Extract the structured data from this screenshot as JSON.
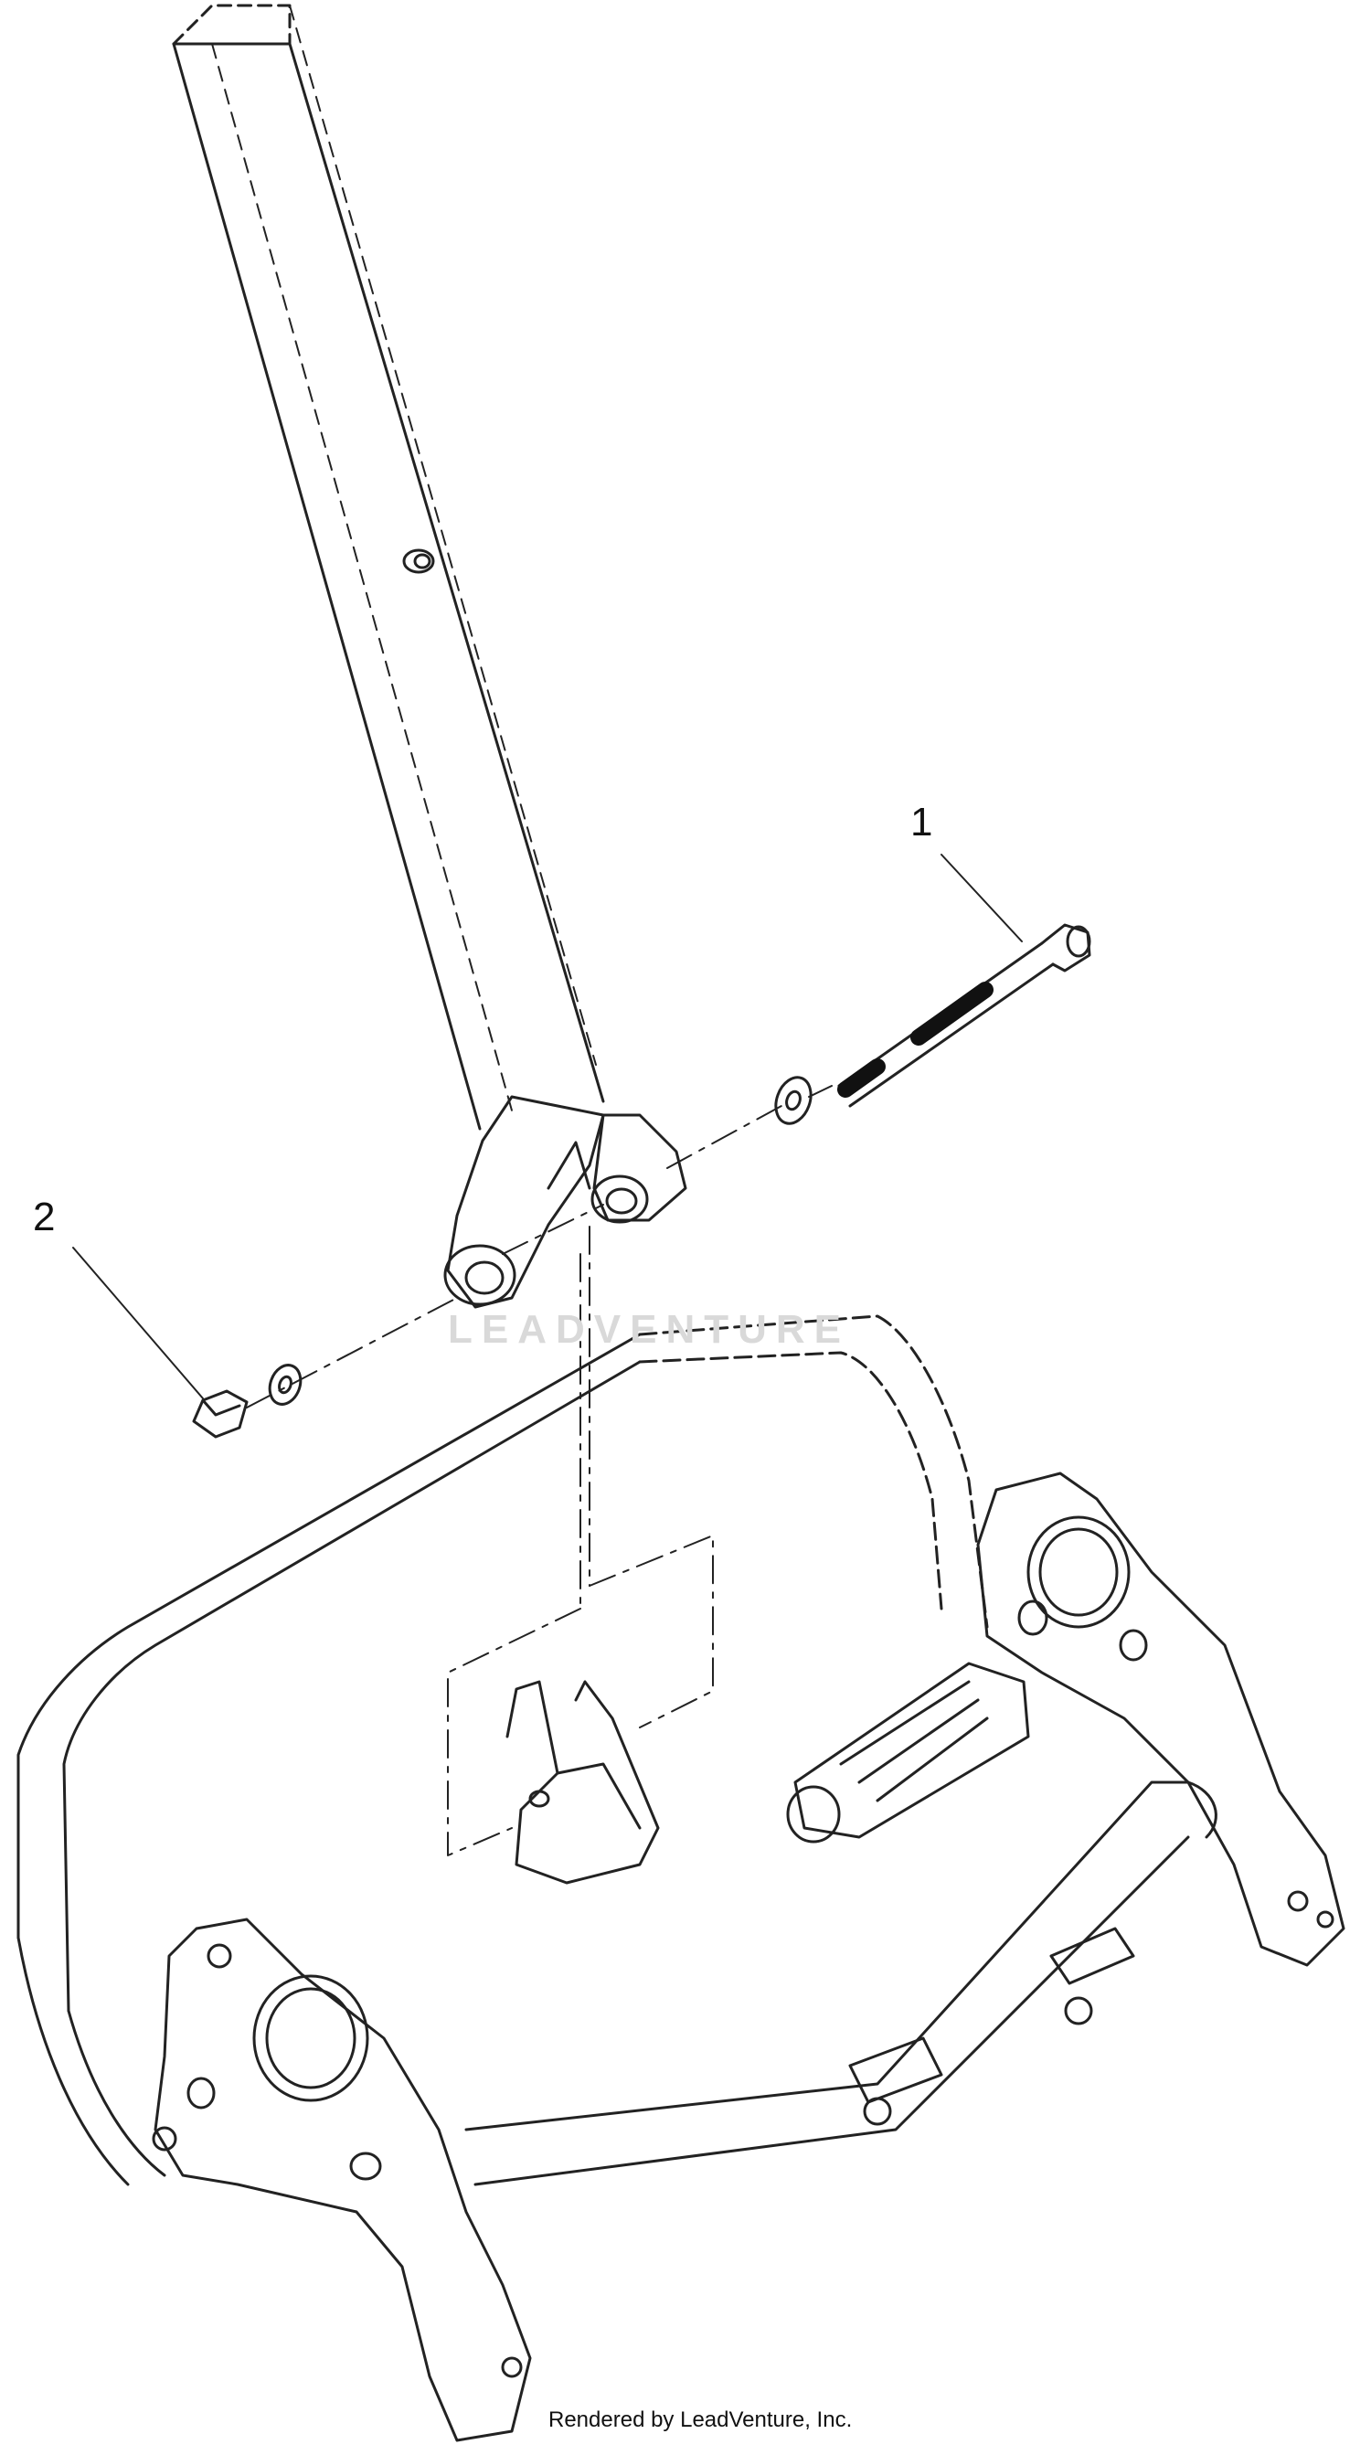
{
  "callouts": [
    {
      "id": "1",
      "label": "1"
    },
    {
      "id": "2",
      "label": "2"
    }
  ],
  "watermark": {
    "text": "LEADVENTURE"
  },
  "footer": {
    "credit": "Rendered by LeadVenture, Inc."
  },
  "colors": {
    "line": "#222222",
    "watermark": "#d9d9d9",
    "background": "#ffffff"
  }
}
